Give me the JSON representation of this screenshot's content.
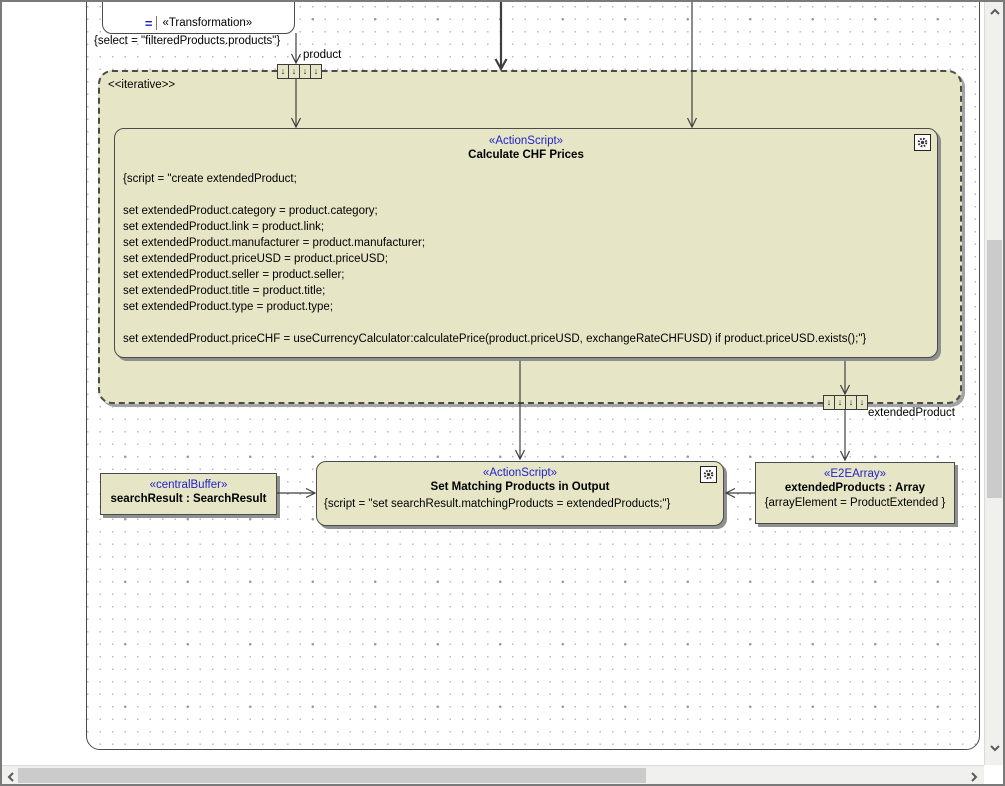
{
  "glyphs": {
    "pin_arrow": "↓",
    "transformation_icon": "="
  },
  "nodes": {
    "transformation": {
      "stereotype": "«Transformation»",
      "constraint": "{select = \"filteredProducts.products\"}"
    },
    "product_pin": {
      "label": "product"
    },
    "iterative_region": {
      "label": "<<iterative>>"
    },
    "calculate_chf_prices": {
      "stereotype": "«ActionScript»",
      "title": "Calculate CHF Prices",
      "script": "{script = \"create extendedProduct;\n\nset extendedProduct.category = product.category;\nset extendedProduct.link = product.link;\nset extendedProduct.manufacturer = product.manufacturer;\nset extendedProduct.priceUSD = product.priceUSD;\nset extendedProduct.seller = product.seller;\nset extendedProduct.title = product.title;\nset extendedProduct.type = product.type;\n\nset extendedProduct.priceCHF = useCurrencyCalculator:calculatePrice(product.priceUSD, exchangeRateCHFUSD) if product.priceUSD.exists();\"}"
    },
    "extended_product_pin": {
      "label": "extendedProduct"
    },
    "search_result_buffer": {
      "stereotype": "«centralBuffer»",
      "name": "searchResult : SearchResult"
    },
    "set_matching_products": {
      "stereotype": "«ActionScript»",
      "title": "Set Matching Products in Output",
      "script": "{script = \"set searchResult.matchingProducts = extendedProducts;\"}"
    },
    "extended_products_array": {
      "stereotype": "«E2EArray»",
      "name": "extendedProducts : Array",
      "constraint": "{arrayElement = ProductExtended }"
    }
  },
  "colors": {
    "node_fill": "#e6e6c6",
    "stereotype_text": "#2222cc",
    "node_border": "#4b4b4b",
    "node_shadow": "#8f8f8f",
    "grid_dot": "#b9b9b9",
    "scrollbar_track": "#f0f0ef",
    "scrollbar_thumb": "#cbcbcb"
  }
}
